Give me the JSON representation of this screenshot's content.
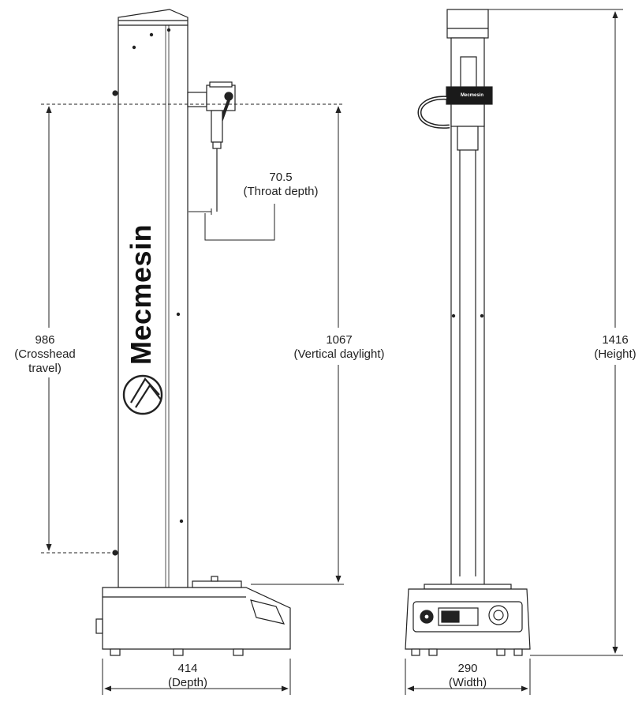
{
  "brand": {
    "side_logo_text": "Mecmesin",
    "front_badge_text": "Mecmesin"
  },
  "dimensions": {
    "throat": {
      "value": "70.5",
      "label": "(Throat depth)"
    },
    "crosshead": {
      "value": "986",
      "label_line1": "(Crosshead",
      "label_line2": "travel)"
    },
    "daylight": {
      "value": "1067",
      "label": "(Vertical daylight)"
    },
    "height": {
      "value": "1416",
      "label": "(Height)"
    },
    "depth": {
      "value": "414",
      "label": "(Depth)"
    },
    "width": {
      "value": "290",
      "label": "(Width)"
    }
  }
}
